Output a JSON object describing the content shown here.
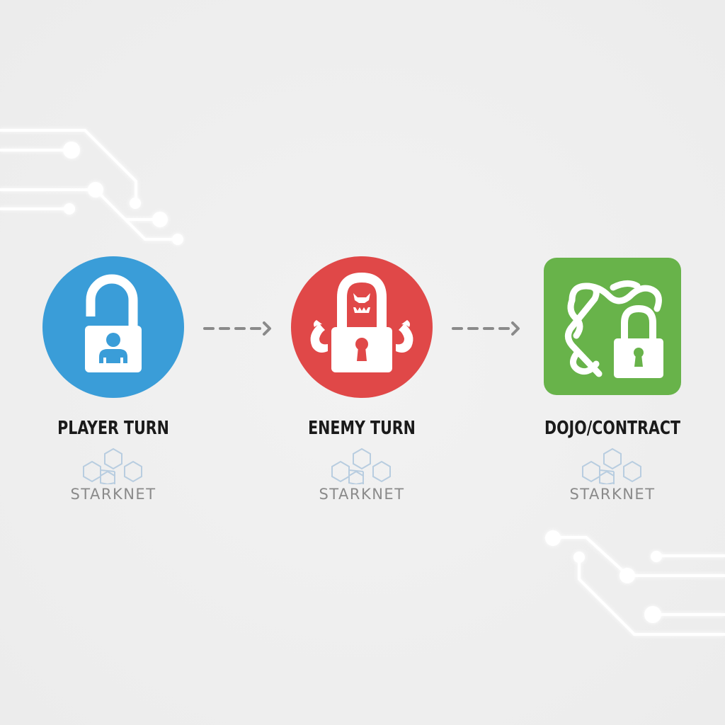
{
  "diagram": {
    "type": "flow",
    "direction": "left-to-right",
    "background_color": "#efefef",
    "steps": [
      {
        "label": "PLAYER TURN",
        "icon": "unlocked-padlock-with-user-icon",
        "shape": "circle",
        "color": "#3a9dd8",
        "brand": "STARKNET"
      },
      {
        "label": "ENEMY TURN",
        "icon": "locked-padlock-with-monster-icon",
        "shape": "circle",
        "color": "#e04848",
        "brand": "STARKNET"
      },
      {
        "label": "DOJO/CONTRACT",
        "icon": "chain-knot-with-padlock-icon",
        "shape": "rounded-square",
        "color": "#68b34a",
        "brand": "STARKNET"
      }
    ],
    "connectors": [
      {
        "from": 0,
        "to": 1,
        "style": "dashed-arrow",
        "color": "#8a8a8a"
      },
      {
        "from": 1,
        "to": 2,
        "style": "dashed-arrow",
        "color": "#8a8a8a"
      }
    ],
    "decorations": [
      "circuit-traces-top-left",
      "circuit-traces-bottom-right"
    ]
  }
}
